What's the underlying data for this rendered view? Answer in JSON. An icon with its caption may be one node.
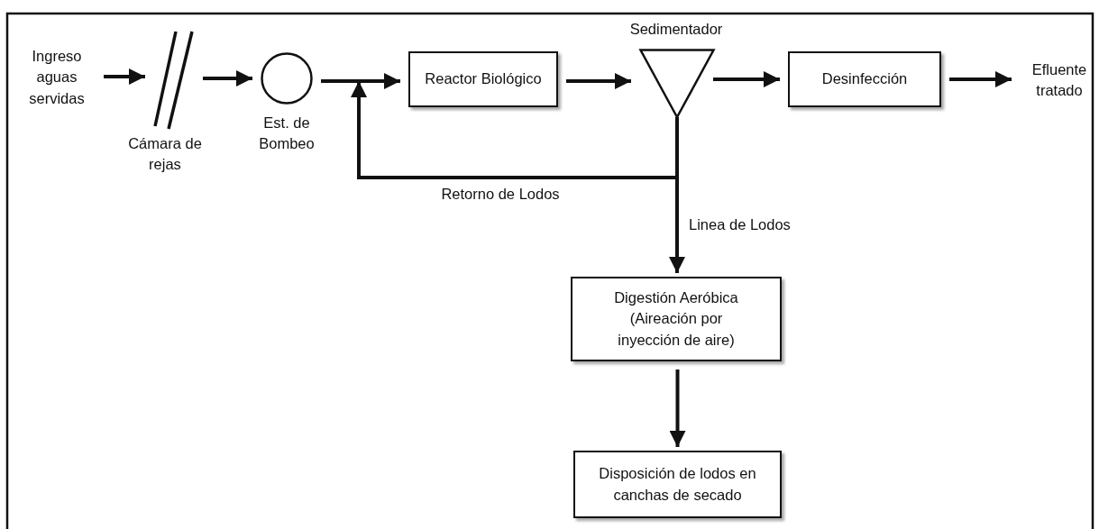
{
  "diagram": {
    "nodes": [
      {
        "text": [
          "Ingreso aguas servidas"
        ]
      },
      {
        "text": [],
        "shape": "bar",
        "beside": [
          "Cámara de rejas"
        ]
      },
      {
        "text": [],
        "shape": "circle",
        "beside": [
          "Est. de Bombeo"
        ]
      },
      {
        "text": [
          "Reactor Biológico"
        ]
      },
      {
        "text": [],
        "shape": "triangle",
        "beside": [
          "Sedimentador"
        ]
      },
      {
        "text": [
          "Desinfección"
        ]
      },
      {
        "text": [
          "Efluente tratado"
        ]
      },
      {
        "text": [
          "Digestión Aeróbica (Aireación por inyección de aire)"
        ]
      },
      {
        "text": [
          "Disposición de lodos en canchas de secado"
        ]
      }
    ],
    "edges": [
      {
        "from": 0,
        "to": 1,
        "arrow": "to"
      },
      {
        "from": 1,
        "to": 2,
        "arrow": "to"
      },
      {
        "from": 2,
        "to": 3,
        "arrow": "to"
      },
      {
        "from": 3,
        "to": 4,
        "arrow": "to"
      },
      {
        "from": 4,
        "to": 5,
        "arrow": "to"
      },
      {
        "from": 5,
        "to": 6,
        "arrow": "to"
      },
      {
        "from": 4,
        "to": 3,
        "arrow": "to",
        "label": "Retorno de Lodos"
      },
      {
        "from": 4,
        "to": 7,
        "arrow": "to",
        "label": "Linea de Lodos"
      },
      {
        "from": 7,
        "to": 8,
        "arrow": "to"
      }
    ]
  }
}
